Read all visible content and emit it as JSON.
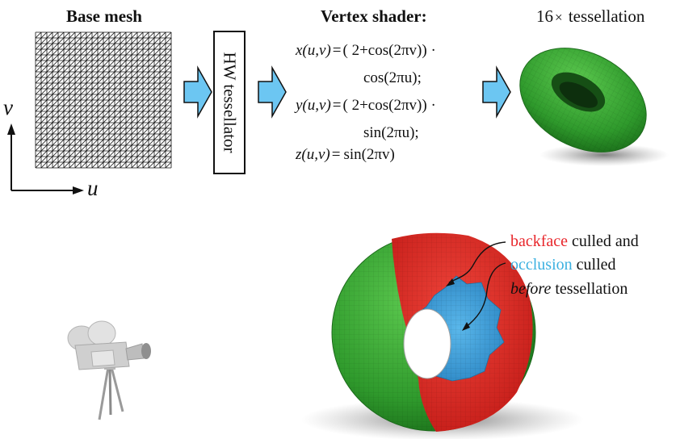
{
  "base_mesh": {
    "title": "Base mesh",
    "axis_v": "v",
    "axis_u": "u"
  },
  "tessellator": {
    "label": "HW tessellator"
  },
  "vertex_shader": {
    "title": "Vertex shader:",
    "x_lhs": "x(u,v)",
    "x_rhs1": "( 2+cos(2πv)) ·",
    "x_rhs2": "cos(2πu);",
    "y_lhs": "y(u,v)",
    "y_rhs1": "( 2+cos(2πv)) ·",
    "y_rhs2": "sin(2πu);",
    "z_lhs": "z(u,v)",
    "z_rhs": "sin(2πv)",
    "equals": "="
  },
  "result": {
    "title_number": "16",
    "title_times": "×",
    "title_text": "tessellation"
  },
  "annotation": {
    "backface_word": "backface",
    "backface_rest": "culled and",
    "occlusion_word": "occlusion",
    "occlusion_rest": "culled",
    "before_word": "before",
    "before_rest": "tessellation"
  },
  "colors": {
    "arrow_fill": "#6cc6f2",
    "torus_green": "#3ea83a",
    "torus_red": "#e02a24",
    "torus_blue": "#3a9fd8",
    "text_red": "#e8262b",
    "text_blue": "#3bb0e0"
  }
}
